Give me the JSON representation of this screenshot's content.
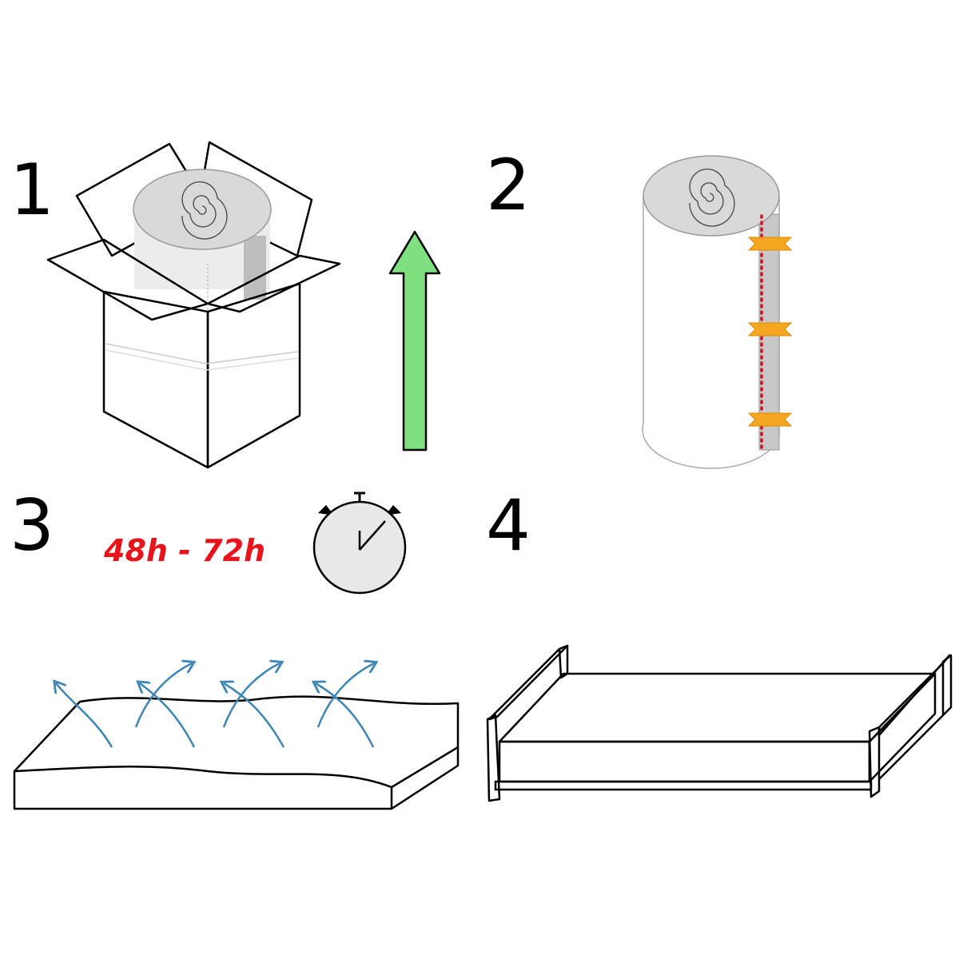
{
  "steps": [
    {
      "number": "1"
    },
    {
      "number": "2"
    },
    {
      "number": "3",
      "duration": "48h - 72h"
    },
    {
      "number": "4"
    }
  ],
  "colors": {
    "arrow": "#7ee07e",
    "duration_text": "#e8141c",
    "air_arrows": "#3b86b4",
    "tape": "#f5a623",
    "cut_line": "#d0101a",
    "roll": "#d9d9d9"
  }
}
